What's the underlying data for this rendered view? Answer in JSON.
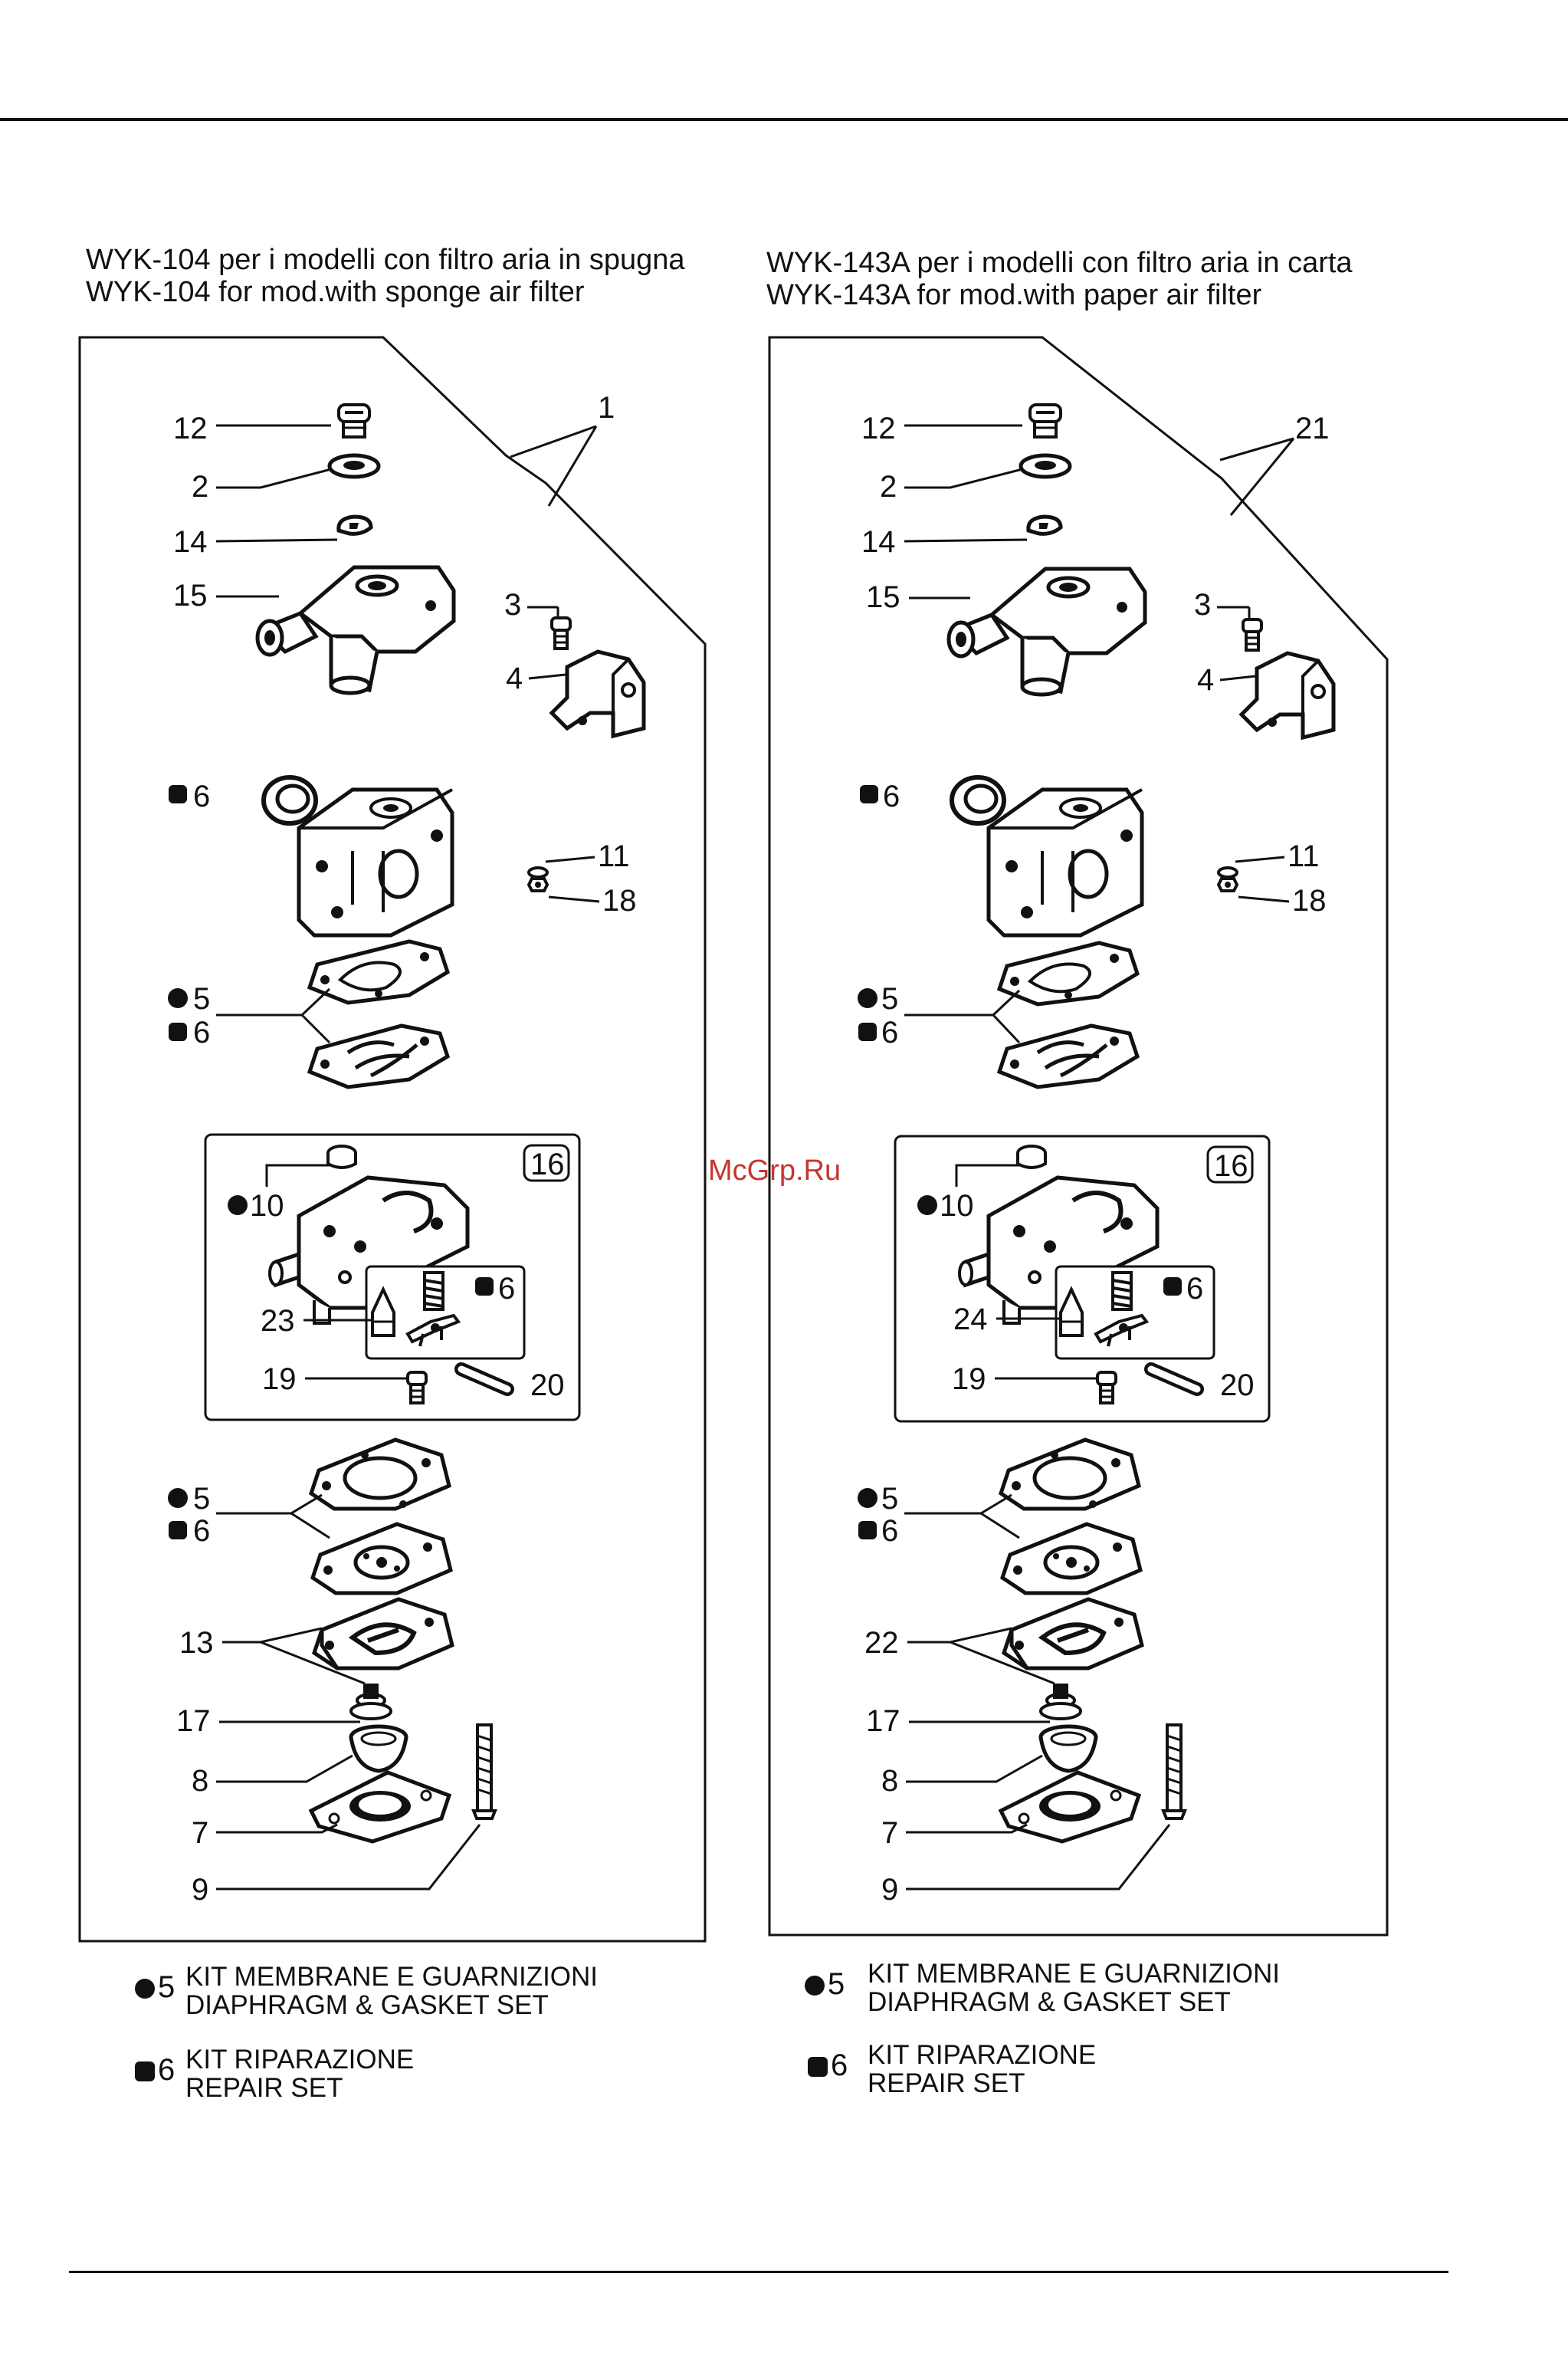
{
  "left_panel": {
    "heading_line1": "WYK-104 per i modelli con filtro aria in spugna",
    "heading_line2": "WYK-104 for mod.with sponge air filter",
    "labels": {
      "l12": "12",
      "l2": "2",
      "l14": "14",
      "l15": "15",
      "l1": "1",
      "l3": "3",
      "l4": "4",
      "l6a": "6",
      "l11": "11",
      "l18": "18",
      "l5a": "5",
      "l6b": "6",
      "l16": "16",
      "l10": "10",
      "l6c": "6",
      "l23": "23",
      "l19": "19",
      "l20": "20",
      "l5b": "5",
      "l6d": "6",
      "l13": "13",
      "l17": "17",
      "l8": "8",
      "l7": "7",
      "l9": "9"
    }
  },
  "right_panel": {
    "heading_line1": "WYK-143A per i modelli con filtro aria in carta",
    "heading_line2": "WYK-143A for mod.with paper air filter",
    "labels": {
      "l12": "12",
      "l2": "2",
      "l14": "14",
      "l15": "15",
      "l21": "21",
      "l3": "3",
      "l4": "4",
      "l6a": "6",
      "l11": "11",
      "l18": "18",
      "l5a": "5",
      "l6b": "6",
      "l16": "16",
      "l10": "10",
      "l6c": "6",
      "l24": "24",
      "l19": "19",
      "l20": "20",
      "l5b": "5",
      "l6d": "6",
      "l22": "22",
      "l17": "17",
      "l8": "8",
      "l7": "7",
      "l9": "9"
    }
  },
  "legend": {
    "kit5_number": "5",
    "kit5_line1": "KIT MEMBRANE E GUARNIZIONI",
    "kit5_line2": "DIAPHRAGM & GASKET SET",
    "kit6_number": "6",
    "kit6_line1": "KIT RIPARAZIONE",
    "kit6_line2": "REPAIR SET"
  },
  "watermark": "McGrp.Ru"
}
